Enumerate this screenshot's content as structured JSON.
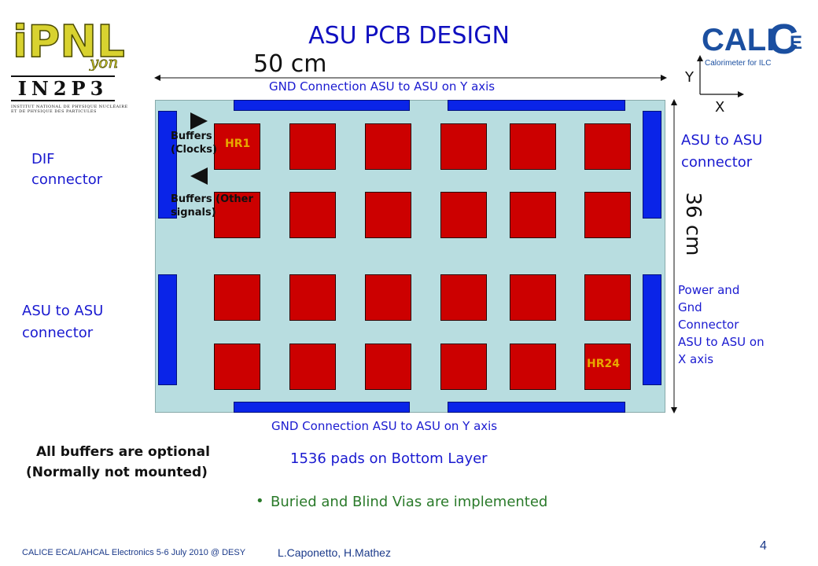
{
  "slide": {
    "title": "ASU PCB DESIGN",
    "page_number": "4",
    "footer_left": "CALICE ECAL/AHCAL Electronics 5-6 July 2010 @ DESY",
    "footer_authors": "L.Caponetto, H.Mathez"
  },
  "logos": {
    "ipnl_text": "iPNLyon",
    "in2p3_text": "IN2P3",
    "in2p3_sub1": "INSTITUT NATIONAL DE PHYSIQUE NUCLÉAIRE",
    "in2p3_sub2": "ET DE PHYSIQUE DES PARTICULES",
    "calice_text": "CALICE",
    "calice_sub": "Calorimeter for ILC"
  },
  "axes": {
    "y_label": "Y",
    "x_label": "X"
  },
  "dimensions": {
    "width_label": "50 cm",
    "height_label": "36 cm"
  },
  "labels": {
    "gnd_top": "GND Connection ASU to ASU on Y axis",
    "gnd_bottom": "GND Connection ASU to ASU on Y axis",
    "dif_connector": "DIF connector",
    "asu_left": "ASU to ASU connector",
    "asu_right": "ASU to ASU connector",
    "power_gnd": "Power and Gnd Connector ASU to ASU on X axis",
    "buffers_clocks": "Buffers (Clocks)",
    "buffers_other": "Buffers (Other signals)",
    "hr_first": "HR1",
    "hr_last": "HR24",
    "buffers_optional_1": "All buffers are optional",
    "buffers_optional_2": "(Normally not mounted)",
    "pads": "1536 pads on Bottom Layer",
    "vias": "Buried and Blind Vias are implemented"
  },
  "colors": {
    "board": "#b8dde0",
    "connector": "#0a24e8",
    "chip": "#cc0000",
    "title": "#1010c0",
    "label": "#1a1ad0",
    "note": "#2a7a2a",
    "hr_label": "#e8a800"
  }
}
